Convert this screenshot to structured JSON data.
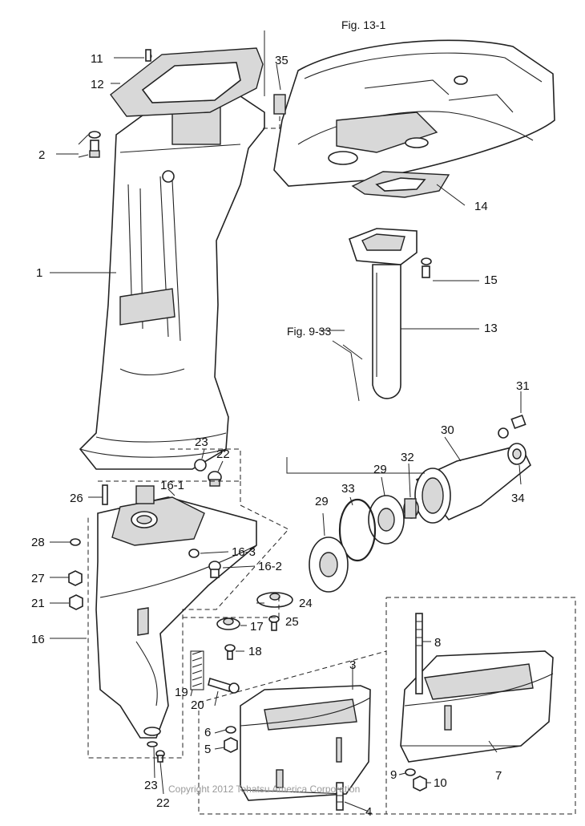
{
  "figure_refs": {
    "top": "Fig. 13-1",
    "mid": "Fig. 9-33"
  },
  "parts": {
    "p1": "1",
    "p2": "2",
    "p3": "3",
    "p4": "4",
    "p5": "5",
    "p6": "6",
    "p7": "7",
    "p8": "8",
    "p9": "9",
    "p10": "10",
    "p11": "11",
    "p12": "12",
    "p13": "13",
    "p14": "14",
    "p15": "15",
    "p16": "16",
    "p16_1": "16-1",
    "p16_2": "16-2",
    "p16_3": "16-3",
    "p17": "17",
    "p18": "18",
    "p19": "19",
    "p20": "20",
    "p21": "21",
    "p22a": "22",
    "p22b": "22",
    "p23a": "23",
    "p23b": "23",
    "p24": "24",
    "p25": "25",
    "p26": "26",
    "p27": "27",
    "p28": "28",
    "p29a": "29",
    "p29b": "29",
    "p30": "30",
    "p31": "31",
    "p32": "32",
    "p33": "33",
    "p34": "34",
    "p35": "35"
  },
  "watermark": "Copyright 2012 Tohatsu America Corporation"
}
